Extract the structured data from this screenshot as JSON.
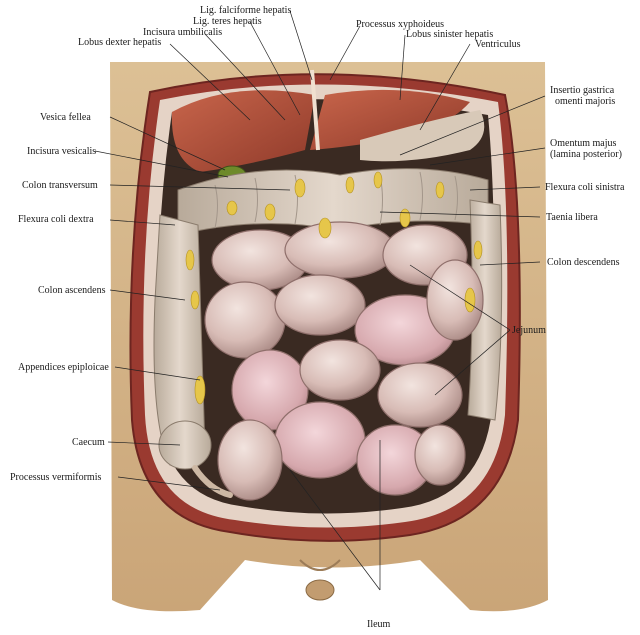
{
  "labels": {
    "lig_falciforme": "Lig. falciforme hepatis",
    "lig_teres": "Lig. teres hepatis",
    "incisura_umbilicalis": "Incisura umbilicalis",
    "lobus_dexter": "Lobus dexter hepatis",
    "processus_xyphoideus": "Processus xyphoideus",
    "lobus_sinister": "Lobus sinister hepatis",
    "ventriculus": "Ventriculus",
    "insertio_1": "Insertio gastrica",
    "insertio_2": "omenti majoris",
    "vesica_fellea": "Vesica fellea",
    "omentum_1": "Omentum majus",
    "omentum_2": "(lamina posterior)",
    "incisura_vesicalis": "Incisura vesicalis",
    "colon_transversum": "Colon transversum",
    "flexura_coli_sinistra": "Flexura coli sinistra",
    "flexura_coli_dextra": "Flexura coli dextra",
    "taenia_libera": "Taenia libera",
    "colon_descendens": "Colon descendens",
    "colon_ascendens": "Colon ascendens",
    "jejunum": "Jejunum",
    "appendices_epiploicae": "Appendices epiploicae",
    "caecum": "Caecum",
    "processus_vermiformis": "Processus vermiformis",
    "ileum": "Ileum"
  },
  "colors": {
    "skin": "#d8b98c",
    "liver": "#b5513c",
    "intestine": "#dcc6c0",
    "colon": "#cfc0ae",
    "fat": "#e6c64a",
    "muscle": "#a8483a",
    "cavity": "#3a2a22"
  }
}
